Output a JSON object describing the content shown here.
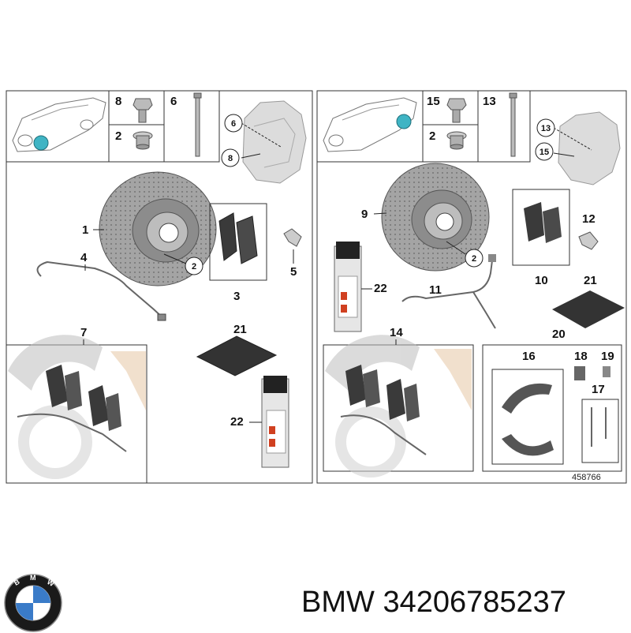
{
  "brand_name": "BMW",
  "part_number": "34206785237",
  "diagram_code": "458766",
  "logo_letters": "BMW",
  "colors": {
    "marker": "#3fb4c4",
    "watermark": "#e7c7a6",
    "disc": "#a4a4a4",
    "pad": "#3a3a3a"
  },
  "left_panel": {
    "callouts": {
      "n1": "1",
      "n2": "2",
      "n3": "3",
      "n4": "4",
      "n5": "5",
      "n6": "6",
      "n7": "7",
      "n8": "8",
      "n21": "21",
      "n22": "22",
      "c2": "2",
      "c6": "6",
      "c8": "8"
    }
  },
  "right_panel": {
    "callouts": {
      "n2": "2",
      "n9": "9",
      "n10": "10",
      "n11": "11",
      "n12": "12",
      "n13": "13",
      "n14": "14",
      "n15": "15",
      "n16": "16",
      "n17": "17",
      "n18": "18",
      "n19": "19",
      "n20": "20",
      "n21": "21",
      "n22": "22",
      "c2": "2",
      "c13": "13",
      "c15": "15"
    }
  }
}
